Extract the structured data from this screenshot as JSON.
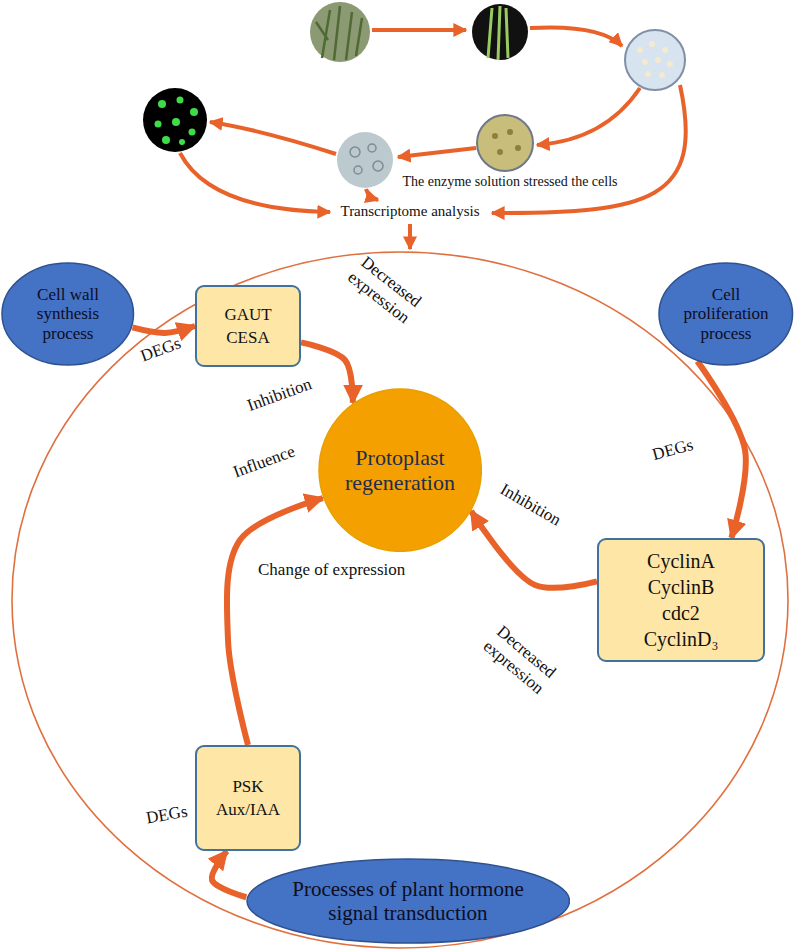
{
  "diagram": {
    "nodes": [
      {
        "text": [
          "Cell wall synthesis process"
        ]
      },
      {
        "text": [
          "GAUT",
          "CESA"
        ]
      },
      {
        "text": [
          "Cell proliferation process"
        ]
      },
      {
        "text": [
          "Protoplast regeneration"
        ]
      },
      {
        "text": [
          "CyclinA",
          "CyclinB",
          "cdc2",
          "CyclinD₃"
        ]
      },
      {
        "text": [
          "PSK",
          "Aux/IAA"
        ]
      },
      {
        "text": [
          "Processes of plant hormone signal transduction"
        ]
      }
    ],
    "edges": [
      {
        "from": 0,
        "to": 1,
        "arrow": "to",
        "label": "DEGs"
      },
      {
        "from": 1,
        "to": 3,
        "arrow": "to",
        "label": "Inhibition"
      },
      {
        "from": 2,
        "to": 4,
        "arrow": "to",
        "label": "DEGs"
      },
      {
        "from": 4,
        "to": 3,
        "arrow": "to",
        "label": "Inhibition"
      },
      {
        "from": 6,
        "to": 5,
        "arrow": "to",
        "label": "DEGs"
      },
      {
        "from": 5,
        "to": 3,
        "arrow": "to",
        "label": "Influence"
      }
    ],
    "labels": [
      "The enzyme solution stressed the cells",
      "Transcriptome analysis",
      "Decreased expression",
      "Decreased expression",
      "Change of expression"
    ]
  }
}
